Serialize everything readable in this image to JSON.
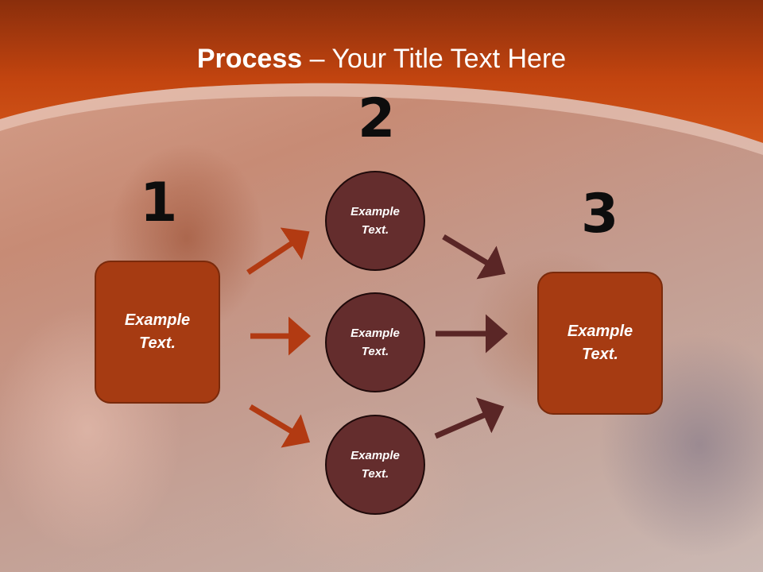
{
  "title": {
    "bold": "Process",
    "dash": " – ",
    "rest": "Your Title Text Here"
  },
  "steps": {
    "n1": "1",
    "n2": "2",
    "n3": "3"
  },
  "nodes": {
    "left_box": "Example Text.",
    "circle_top": "Example Text.",
    "circle_mid": "Example Text.",
    "circle_bottom": "Example Text.",
    "right_box": "Example Text."
  },
  "colors": {
    "header": "#c94a14",
    "box_fill": "#a63b12",
    "circle_fill": "#642d2d",
    "arrow_left": "#b23a12",
    "arrow_right": "#5a2626"
  }
}
